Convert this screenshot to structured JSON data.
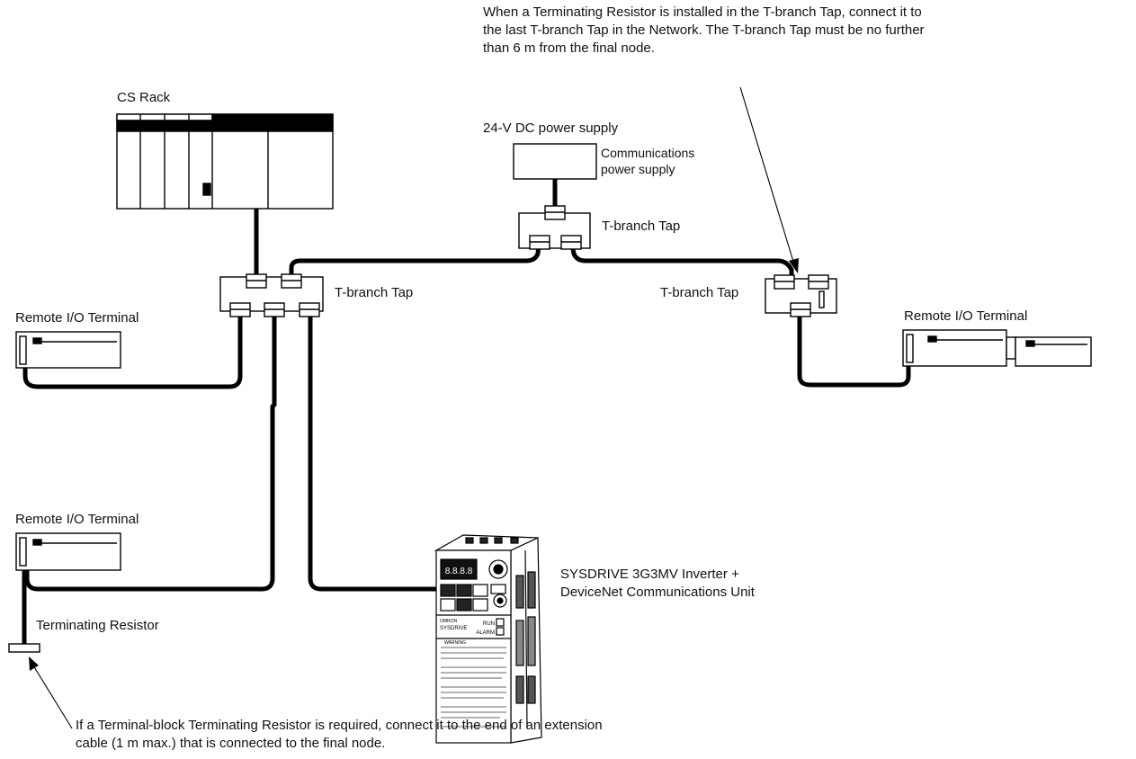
{
  "labels": {
    "cs_rack": "CS Rack",
    "power_supply_24v": "24-V DC power supply",
    "comm_power_supply_line1": "Communications",
    "comm_power_supply_line2": "power supply",
    "tbranch_top": "T-branch Tap",
    "tbranch_left": "T-branch Tap",
    "tbranch_right": "T-branch Tap",
    "remote_io_left": "Remote I/O Terminal",
    "remote_io_right": "Remote I/O Terminal",
    "remote_io_bottom": "Remote I/O Terminal",
    "terminating_resistor": "Terminating Resistor",
    "inverter_line1": "SYSDRIVE 3G3MV Inverter +",
    "inverter_line2": "DeviceNet Communications Unit"
  },
  "notes": {
    "top_line1": "When a Terminating Resistor is installed in the T-branch Tap, connect it to",
    "top_line2": "the last T-branch Tap in the Network. The T-branch Tap must be no further",
    "top_line3": "than 6 m from the final node.",
    "bottom_line1": "If a Terminal-block Terminating Resistor is required, connect it to the end of an extension",
    "bottom_line2": "cable (1 m max.) that is connected to the final node."
  },
  "inverter_panel": {
    "display": "8.8.8.8",
    "run_label": "RUN",
    "alarm_label": "ALARM",
    "brand_line1": "OMRON",
    "brand_line2": "SYSDRIVE",
    "warning_label": "WARNING"
  }
}
